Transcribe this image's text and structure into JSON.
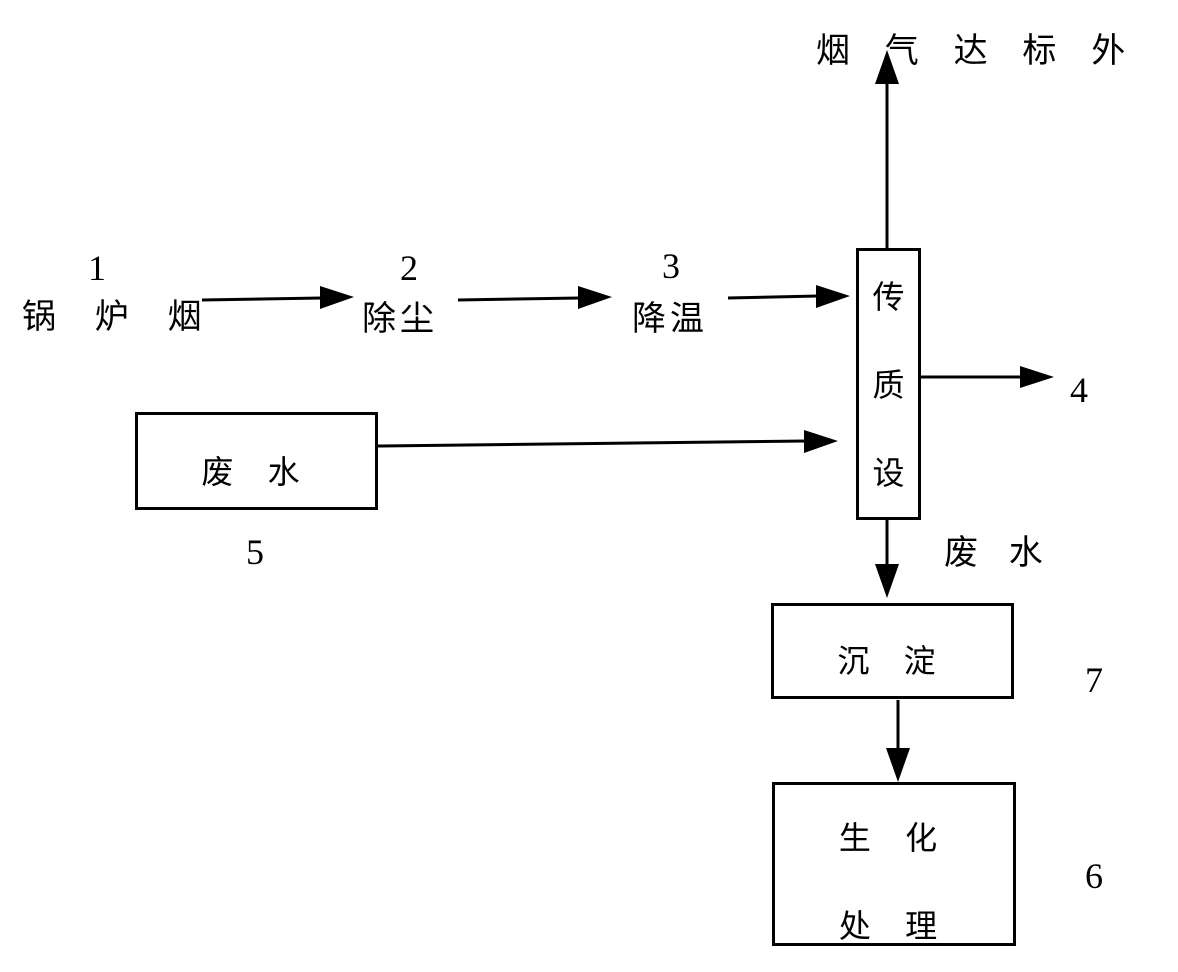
{
  "nodes": {
    "boiler_smoke": {
      "number": "1",
      "label": "锅 炉 烟"
    },
    "dust_removal": {
      "number": "2",
      "label": "除尘"
    },
    "cooling": {
      "number": "3",
      "label": "降温"
    },
    "mass_transfer": {
      "chars": [
        "传",
        "质",
        "设"
      ]
    },
    "output_4": {
      "number": "4"
    },
    "wastewater_input": {
      "label": "废 水",
      "number": "5"
    },
    "flue_gas_out": {
      "label": "烟 气 达 标 外"
    },
    "wastewater_out": {
      "label": "废 水"
    },
    "sedimentation": {
      "label": "沉 淀",
      "number": "7"
    },
    "biochemical": {
      "line1": "生 化",
      "line2": "处 理",
      "number": "6"
    }
  }
}
